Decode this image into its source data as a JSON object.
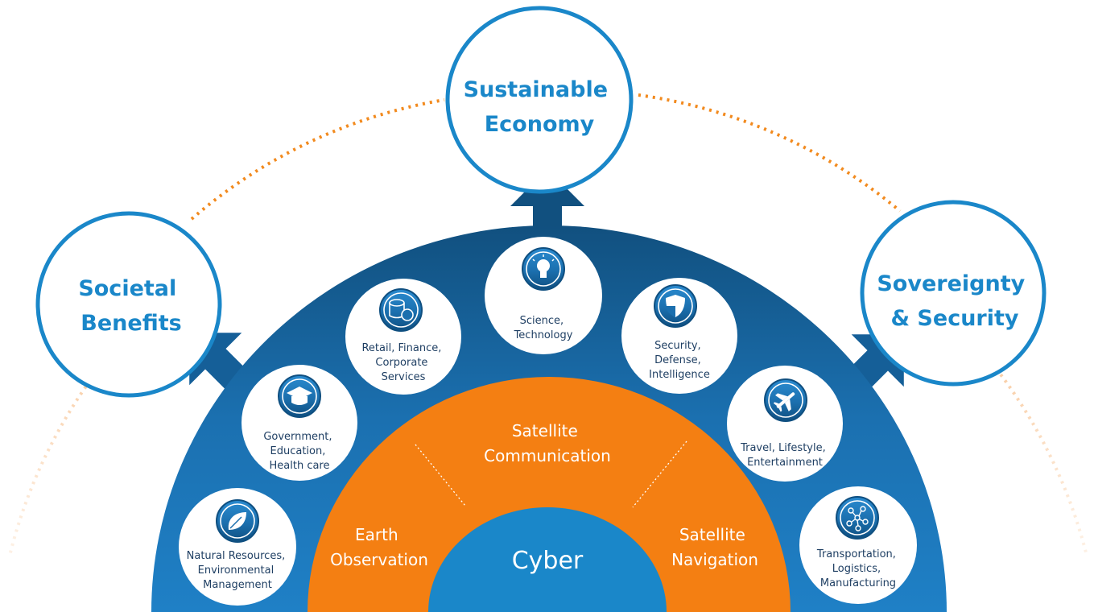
{
  "goals": {
    "top": [
      "Sustainable",
      "Economy"
    ],
    "left": [
      "Societal",
      "Benefits"
    ],
    "right": [
      "Sovereignty",
      "& Security"
    ]
  },
  "sectors": [
    {
      "id": "natural",
      "icon": "leaf-icon",
      "lines": [
        "Natural Resources,",
        "Environmental",
        "Management"
      ]
    },
    {
      "id": "government",
      "icon": "graduation-cap-icon",
      "lines": [
        "Government,",
        "Education,",
        "Health care"
      ]
    },
    {
      "id": "retail",
      "icon": "coins-icon",
      "lines": [
        "Retail, Finance,",
        "Corporate",
        "Services"
      ]
    },
    {
      "id": "science",
      "icon": "lightbulb-icon",
      "lines": [
        "Science,",
        "Technology"
      ]
    },
    {
      "id": "security",
      "icon": "shield-icon",
      "lines": [
        "Security,",
        "Defense,",
        "Intelligence"
      ]
    },
    {
      "id": "travel",
      "icon": "airplane-icon",
      "lines": [
        "Travel, Lifestyle,",
        "Entertainment"
      ]
    },
    {
      "id": "transport",
      "icon": "network-icon",
      "lines": [
        "Transportation,",
        "Logistics,",
        "Manufacturing"
      ]
    }
  ],
  "segments": {
    "left": [
      "Earth",
      "Observation"
    ],
    "center": [
      "Satellite",
      "Communication"
    ],
    "right": [
      "Satellite",
      "Navigation"
    ]
  },
  "core": "Cyber",
  "colors": {
    "accent": "#1a87c9",
    "outer_ring": "#1b6fae",
    "orange": "#f47f12",
    "core": "#1a87c9",
    "dots": "#f28a1e",
    "sector_text": "#1f3f63"
  }
}
